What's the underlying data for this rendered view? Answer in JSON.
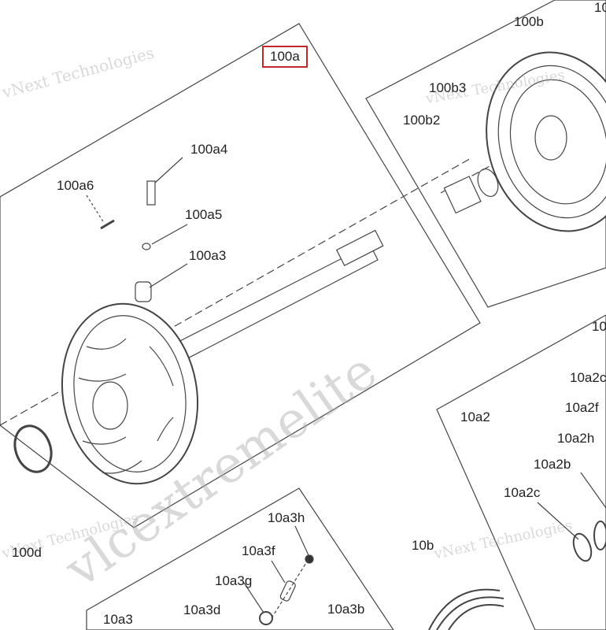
{
  "labels": {
    "l100a": "100a",
    "l100b": "100b",
    "l100b3": "100b3",
    "l100b2": "100b2",
    "l100a4": "100a4",
    "l100a6": "100a6",
    "l100a5": "100a5",
    "l100a3": "100a3",
    "l10top": "10",
    "l10right": "10(",
    "l10a2c_top": "10a2c",
    "l10a2f": "10a2f",
    "l10a2h": "10a2h",
    "l10a2b": "10a2b",
    "l10a2c": "10a2c",
    "l10a2": "10a2",
    "l10b": "10b",
    "l100d": "100d",
    "l10a3h": "10a3h",
    "l10a3f": "10a3f",
    "l10a3g": "10a3g",
    "l10a3d": "10a3d",
    "l10a3": "10a3",
    "l10a3b": "10a3b"
  },
  "watermarks": {
    "brand": "vNext Technologies",
    "center": "vlcextremelite"
  },
  "colors": {
    "highlight": "#c0282d",
    "line": "#333333"
  }
}
